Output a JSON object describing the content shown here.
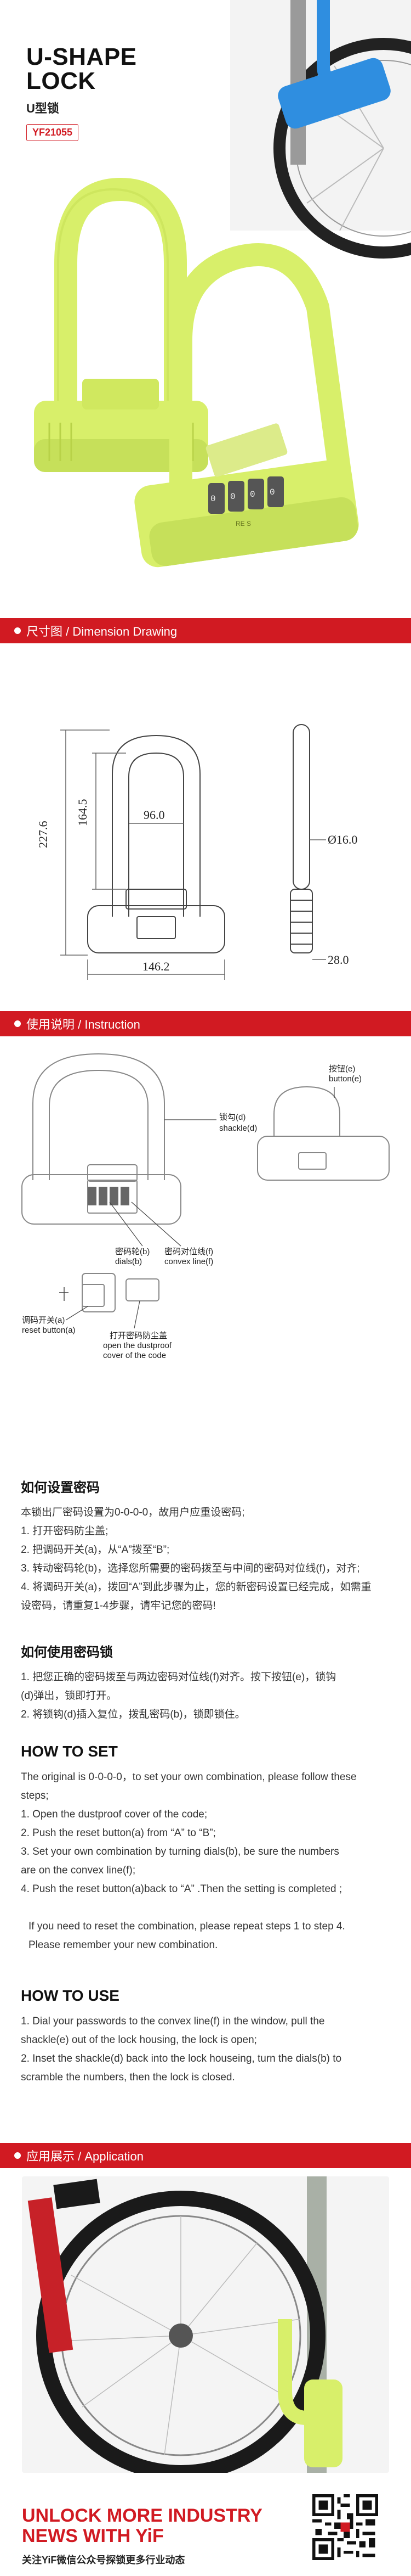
{
  "hero": {
    "title_line1": "U-SHAPE",
    "title_line2": "LOCK",
    "subtitle": "U型锁",
    "model": "YF21055",
    "dial_letters": "RE S"
  },
  "sections": {
    "dimension": "尺寸图 / Dimension Drawing",
    "instruction": "使用说明 / Instruction",
    "application": "应用展示 / Application"
  },
  "dimensions": {
    "height_total": "227.6",
    "inner_height": "164.5",
    "inner_width": "96.0",
    "total_width": "146.2",
    "shackle_diameter": "Ø16.0",
    "body_depth": "28.0"
  },
  "diagram_labels": {
    "shackle": "锁勾(d)\nshackle(d)",
    "dials": "密码轮(b)\ndials(b)",
    "convex_line": "密码对位线(f)\nconvex line(f)",
    "button": "按钮(e)\nbutton(e)",
    "reset": "调码开关(a)\nreset button(a)",
    "cover": "打开密码防尘盖\nopen the dustproof\ncover of the code"
  },
  "set_cn": {
    "heading": "如何设置密码",
    "lines": [
      "本锁出厂密码设置为0-0-0-0，故用户应重设密码;",
      "1. 打开密码防尘盖;",
      "2. 把调码开关(a)，从“A”拨至“B”;",
      "3. 转动密码轮(b)，选择您所需要的密码拨至与中间的密码对位线(f)，对齐;",
      "4. 将调码开关(a)，拨回“A”到此步骤为止，您的新密码设置已经完成，如需重",
      "    设密码，请重复1-4步骤，请牢记您的密码!"
    ]
  },
  "use_cn": {
    "heading": "如何使用密码锁",
    "lines": [
      "1. 把您正确的密码拨至与两边密码对位线(f)对齐。按下按钮(e)，锁钩",
      "(d)弹出，锁即打开。",
      "2. 将锁钩(d)插入复位，拨乱密码(b)，锁即锁住。"
    ]
  },
  "set_en": {
    "heading": "HOW TO SET",
    "lines": [
      "The original is 0-0-0-0，to set your own combination, please follow these",
      "steps;",
      "1. Open the dustproof cover of the code;",
      "2. Push the reset button(a) from “A” to “B”;",
      "3. Set your own combination by turning dials(b), be sure the numbers",
      "are on the convex line(f);",
      "4. Push the reset button(a)back to “A” .Then the setting is completed ;",
      "",
      "If you need to reset the combination, please repeat steps  1 to step 4.",
      "Please remember your new combination."
    ]
  },
  "use_en": {
    "heading": "HOW TO USE",
    "lines": [
      "1. Dial your passwords to the convex line(f) in the window, pull the",
      "shackle(e) out of  the lock housing, the lock is open;",
      "2. Inset the shackle(d) back into the lock houseing, turn the dials(b) to",
      "scramble the numbers, then the lock is closed."
    ]
  },
  "footer": {
    "title_line1": "UNLOCK MORE INDUSTRY",
    "title_line2": "NEWS WITH YiF",
    "subtitle": "关注YiF微信公众号探锁更多行业动态"
  },
  "colors": {
    "brand_red": "#d11a22",
    "lock_green": "#d8ef6a",
    "lock_blue": "#2f8ee0"
  }
}
